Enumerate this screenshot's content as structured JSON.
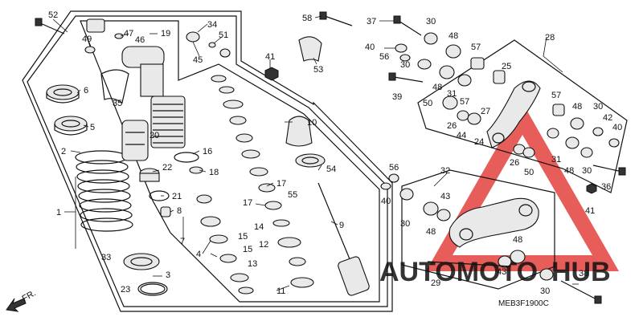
{
  "diagram_code": "MEB3F1900C",
  "direction_marker": "FR.",
  "watermark": {
    "text_left": "AUTOMOTO",
    "text_right": "HUB",
    "color_text": "#f2b21e",
    "color_triangle": "#e0302a"
  },
  "callouts": [
    {
      "id": "c52",
      "label": "52"
    },
    {
      "id": "c49",
      "label": "49"
    },
    {
      "id": "c47",
      "label": "47"
    },
    {
      "id": "c46",
      "label": "46"
    },
    {
      "id": "c19",
      "label": "19"
    },
    {
      "id": "c34",
      "label": "34"
    },
    {
      "id": "c51",
      "label": "51"
    },
    {
      "id": "c45",
      "label": "45"
    },
    {
      "id": "c41a",
      "label": "41"
    },
    {
      "id": "c58",
      "label": "58"
    },
    {
      "id": "c53",
      "label": "53"
    },
    {
      "id": "c37",
      "label": "37"
    },
    {
      "id": "c30a",
      "label": "30"
    },
    {
      "id": "c40a",
      "label": "40"
    },
    {
      "id": "c56a",
      "label": "56"
    },
    {
      "id": "c30b",
      "label": "30"
    },
    {
      "id": "c39",
      "label": "39"
    },
    {
      "id": "c48a",
      "label": "48"
    },
    {
      "id": "c57a",
      "label": "57"
    },
    {
      "id": "c48b",
      "label": "48"
    },
    {
      "id": "c31a",
      "label": "31"
    },
    {
      "id": "c25",
      "label": "25"
    },
    {
      "id": "c50a",
      "label": "50"
    },
    {
      "id": "c26a",
      "label": "26"
    },
    {
      "id": "c44",
      "label": "44"
    },
    {
      "id": "c57b",
      "label": "57"
    },
    {
      "id": "c27",
      "label": "27"
    },
    {
      "id": "c28",
      "label": "28"
    },
    {
      "id": "c24",
      "label": "24"
    },
    {
      "id": "c57c",
      "label": "57"
    },
    {
      "id": "c48c",
      "label": "48"
    },
    {
      "id": "c30c",
      "label": "30"
    },
    {
      "id": "c42",
      "label": "42"
    },
    {
      "id": "c40b",
      "label": "40"
    },
    {
      "id": "c31b",
      "label": "31"
    },
    {
      "id": "c48d",
      "label": "48"
    },
    {
      "id": "c30d",
      "label": "30"
    },
    {
      "id": "c26b",
      "label": "26"
    },
    {
      "id": "c50b",
      "label": "50"
    },
    {
      "id": "c36",
      "label": "36"
    },
    {
      "id": "c41b",
      "label": "41"
    },
    {
      "id": "c6",
      "label": "6"
    },
    {
      "id": "c35",
      "label": "35"
    },
    {
      "id": "c5",
      "label": "5"
    },
    {
      "id": "c20",
      "label": "20"
    },
    {
      "id": "c2",
      "label": "2"
    },
    {
      "id": "c16",
      "label": "16"
    },
    {
      "id": "c22",
      "label": "22"
    },
    {
      "id": "c18",
      "label": "18"
    },
    {
      "id": "c21",
      "label": "21"
    },
    {
      "id": "c8",
      "label": "8"
    },
    {
      "id": "c1",
      "label": "1"
    },
    {
      "id": "c7",
      "label": "7"
    },
    {
      "id": "c4",
      "label": "4"
    },
    {
      "id": "c15a",
      "label": "15"
    },
    {
      "id": "c15b",
      "label": "15"
    },
    {
      "id": "c13",
      "label": "13"
    },
    {
      "id": "c33",
      "label": "33"
    },
    {
      "id": "c3",
      "label": "3"
    },
    {
      "id": "c23",
      "label": "23"
    },
    {
      "id": "c10",
      "label": "10"
    },
    {
      "id": "c54",
      "label": "54"
    },
    {
      "id": "c17a",
      "label": "17"
    },
    {
      "id": "c55",
      "label": "55"
    },
    {
      "id": "c17b",
      "label": "17"
    },
    {
      "id": "c14",
      "label": "14"
    },
    {
      "id": "c12",
      "label": "12"
    },
    {
      "id": "c9",
      "label": "9"
    },
    {
      "id": "c11",
      "label": "11"
    },
    {
      "id": "c56b",
      "label": "56"
    },
    {
      "id": "c32",
      "label": "32"
    },
    {
      "id": "c40c",
      "label": "40"
    },
    {
      "id": "c30e",
      "label": "30"
    },
    {
      "id": "c43a",
      "label": "43"
    },
    {
      "id": "c48e",
      "label": "48"
    },
    {
      "id": "c48f",
      "label": "48"
    },
    {
      "id": "c43b",
      "label": "43"
    },
    {
      "id": "c29",
      "label": "29"
    },
    {
      "id": "c30f",
      "label": "30"
    },
    {
      "id": "c38",
      "label": "38"
    }
  ]
}
